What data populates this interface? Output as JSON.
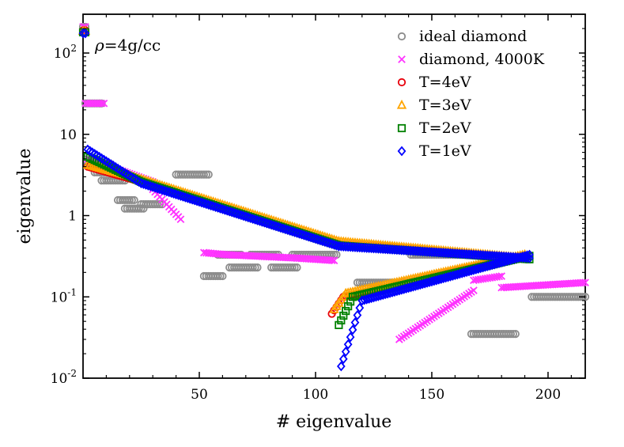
{
  "chart_data": {
    "type": "scatter",
    "title": "",
    "xlabel": "# eigenvalue",
    "ylabel": "eigenvalue",
    "xlim": [
      0,
      216
    ],
    "ylim": [
      0.01,
      300
    ],
    "yscale": "log",
    "x_ticks": [
      50,
      100,
      150,
      200
    ],
    "x_tick_labels": [
      "50",
      "100",
      "150",
      "200"
    ],
    "y_ticks": [
      0.01,
      0.1,
      1,
      10,
      100
    ],
    "y_tick_labels": [
      {
        "base": "10",
        "sup": "-2"
      },
      {
        "base": "10",
        "sup": "-1"
      },
      {
        "base": "1",
        "sup": ""
      },
      {
        "base": "10",
        "sup": ""
      },
      {
        "base": "10",
        "sup": "2"
      }
    ],
    "annotation": {
      "rho": "ρ",
      "text": "=4g/cc"
    },
    "legend_position": "top-right",
    "series": [
      {
        "name": "ideal diamond",
        "marker": "circle",
        "color": "#8c8c8c",
        "segments": [
          {
            "x": [
              0,
              1
            ],
            "y": 210
          },
          {
            "x": [
              1,
              8
            ],
            "y": 24
          },
          {
            "x": [
              2,
              12
            ],
            "y": 4.3
          },
          {
            "x": [
              5,
              14
            ],
            "y": 3.4
          },
          {
            "x": [
              8,
              18
            ],
            "y": 2.7
          },
          {
            "x": [
              15,
              22
            ],
            "y": 1.55
          },
          {
            "x": [
              18,
              26
            ],
            "y": 1.22
          },
          {
            "x": [
              25,
              34
            ],
            "y": 1.38
          },
          {
            "x": [
              40,
              54
            ],
            "y": 3.2
          },
          {
            "x": [
              52,
              60
            ],
            "y": 0.18
          },
          {
            "x": [
              58,
              68
            ],
            "y": 0.33
          },
          {
            "x": [
              63,
              75
            ],
            "y": 0.23
          },
          {
            "x": [
              72,
              84
            ],
            "y": 0.33
          },
          {
            "x": [
              81,
              92
            ],
            "y": 0.23
          },
          {
            "x": [
              90,
              109
            ],
            "y": 0.33
          },
          {
            "x": [
              118,
              141
            ],
            "y": 0.15
          },
          {
            "x": [
              141,
              162
            ],
            "y": 0.33
          },
          {
            "x": [
              167,
              186
            ],
            "y": 0.035
          },
          {
            "x": [
              193,
              216
            ],
            "y": 0.1
          }
        ]
      },
      {
        "name": "diamond, 4000K",
        "marker": "x",
        "color": "#ff33ff",
        "segments": [
          {
            "x": [
              0,
              1
            ],
            "y": 210
          },
          {
            "x": [
              1,
              9
            ],
            "y": 24
          },
          {
            "x": [
              2,
              30
            ],
            "y0": 5.0,
            "y1": 2.6
          },
          {
            "x": [
              30,
              42
            ],
            "y0": 2.1,
            "y1": 0.9
          },
          {
            "x": [
              52,
              62
            ],
            "y0": 0.35,
            "y1": 0.33
          },
          {
            "x": [
              62,
              92
            ],
            "y0": 0.33,
            "y1": 0.3
          },
          {
            "x": [
              92,
              108
            ],
            "y0": 0.3,
            "y1": 0.28
          },
          {
            "x": [
              136,
              168
            ],
            "y0": 0.03,
            "y1": 0.12
          },
          {
            "x": [
              168,
              180
            ],
            "y0": 0.16,
            "y1": 0.18
          },
          {
            "x": [
              180,
              216
            ],
            "y0": 0.13,
            "y1": 0.15
          }
        ]
      },
      {
        "name": "T=4eV",
        "marker": "circle",
        "color": "#e8000b",
        "segments": [
          {
            "x": [
              0,
              1
            ],
            "y": 190
          },
          {
            "x": [
              2,
              25
            ],
            "y0": 4.0,
            "y1": 2.6
          },
          {
            "x": [
              25,
              110
            ],
            "y0": 2.6,
            "y1": 0.45
          },
          {
            "x": [
              110,
              190
            ],
            "y0": 0.45,
            "y1": 0.3
          },
          {
            "x": [
              107,
              112
            ],
            "y0": 0.062,
            "y1": 0.1
          },
          {
            "x": [
              112,
              190
            ],
            "y0": 0.1,
            "y1": 0.32
          }
        ]
      },
      {
        "name": "T=3eV",
        "marker": "triangle",
        "color": "#ffa500",
        "segments": [
          {
            "x": [
              0,
              1
            ],
            "y": 185
          },
          {
            "x": [
              2,
              25
            ],
            "y0": 4.2,
            "y1": 2.8
          },
          {
            "x": [
              25,
              110
            ],
            "y0": 2.8,
            "y1": 0.48
          },
          {
            "x": [
              110,
              190
            ],
            "y0": 0.48,
            "y1": 0.3
          },
          {
            "x": [
              108,
              113
            ],
            "y0": 0.07,
            "y1": 0.11
          },
          {
            "x": [
              113,
              190
            ],
            "y0": 0.11,
            "y1": 0.33
          }
        ]
      },
      {
        "name": "T=2eV",
        "marker": "square",
        "color": "#008000",
        "segments": [
          {
            "x": [
              0,
              1
            ],
            "y": 180
          },
          {
            "x": [
              2,
              25
            ],
            "y0": 5.3,
            "y1": 2.6
          },
          {
            "x": [
              25,
              110
            ],
            "y0": 2.6,
            "y1": 0.43
          },
          {
            "x": [
              110,
              192
            ],
            "y0": 0.43,
            "y1": 0.29
          },
          {
            "x": [
              110,
              116
            ],
            "y0": 0.045,
            "y1": 0.1
          },
          {
            "x": [
              116,
              192
            ],
            "y0": 0.1,
            "y1": 0.32
          }
        ]
      },
      {
        "name": "T=1eV",
        "marker": "diamond",
        "color": "#0000ff",
        "segments": [
          {
            "x": [
              0,
              1
            ],
            "y": 175
          },
          {
            "x": [
              2,
              25
            ],
            "y0": 6.5,
            "y1": 2.5
          },
          {
            "x": [
              25,
              110
            ],
            "y0": 2.5,
            "y1": 0.42
          },
          {
            "x": [
              110,
              192
            ],
            "y0": 0.42,
            "y1": 0.3
          },
          {
            "x": [
              111,
              120
            ],
            "y0": 0.014,
            "y1": 0.09
          },
          {
            "x": [
              120,
              192
            ],
            "y0": 0.09,
            "y1": 0.33
          }
        ]
      }
    ]
  }
}
